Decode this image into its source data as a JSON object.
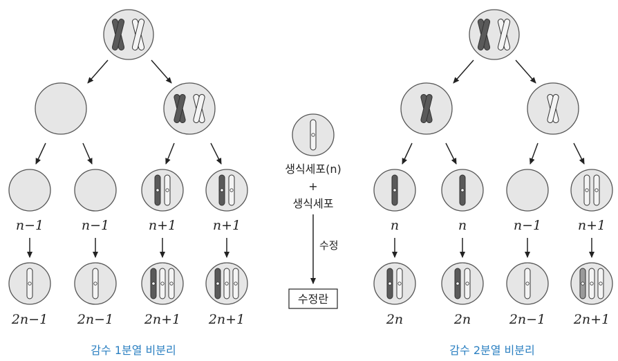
{
  "diagram": {
    "left": {
      "caption": "감수 1분열 비분리",
      "stage3_labels": [
        "n−1",
        "n−1",
        "n+1",
        "n+1"
      ],
      "stage4_labels": [
        "2n−1",
        "2n−1",
        "2n+1",
        "2n+1"
      ]
    },
    "right": {
      "caption": "감수 2분열 비분리",
      "stage3_labels": [
        "n",
        "n",
        "n−1",
        "n+1"
      ],
      "stage4_labels": [
        "2n",
        "2n",
        "2n−1",
        "2n+1"
      ]
    },
    "middle": {
      "gamete_label": "생식세포(n)",
      "plus": "+",
      "gamete_label2": "생식세포",
      "fertilization_label": "수정",
      "zygote_label": "수정란"
    }
  },
  "colors": {
    "caption": "#2a7fc1",
    "cell_fill": "#e6e6e6",
    "chrom_dark": "#5a5a5a",
    "chrom_light": "#f4f4f4"
  }
}
